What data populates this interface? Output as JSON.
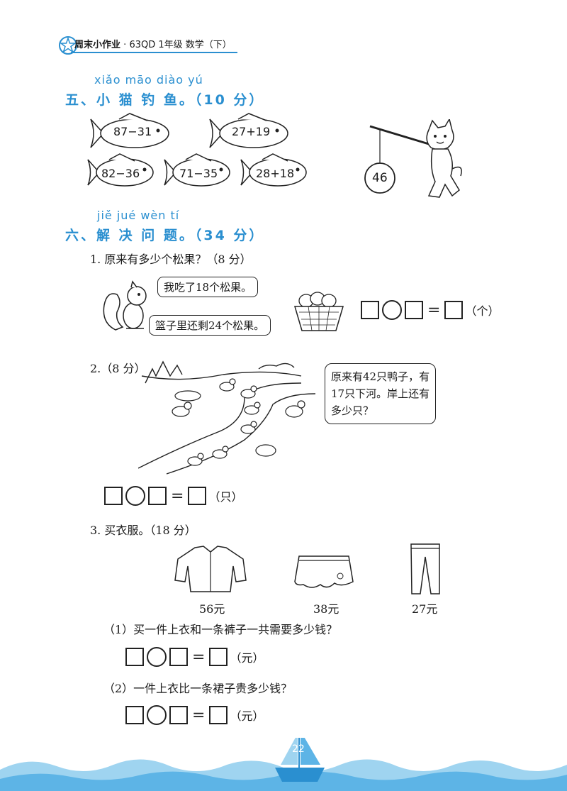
{
  "header": {
    "brand": "周末小作业",
    "separator": "·",
    "code": "63QD",
    "grade": "1年级",
    "subject": "数学（下）"
  },
  "section5": {
    "pinyin": "xiǎo māo diào yú",
    "title": "五、小 猫 钓 鱼。（10 分）",
    "fish": [
      "87−31",
      "27+19",
      "82−36",
      "71−35",
      "28+18"
    ],
    "hook_value": "46"
  },
  "section6": {
    "pinyin": "jiě jué wèn tí",
    "title": "六、解 决 问 题。（34 分）",
    "q1": {
      "label": "1. 原来有多少个松果？（8 分）",
      "bubble1": "我吃了18个松果。",
      "bubble2": "篮子里还剩24个松果。",
      "unit": "（个）",
      "equals": "="
    },
    "q2": {
      "label": "2.（8 分）",
      "bubble_line1": "原来有42只鸭子，有",
      "bubble_line2": "17只下河。岸上还有",
      "bubble_line3": "多少只？",
      "unit": "（只）",
      "equals": "="
    },
    "q3": {
      "label": "3. 买衣服。（18 分）",
      "prices": [
        "56元",
        "38元",
        "27元"
      ],
      "sub1": "（1）买一件上衣和一条裤子一共需要多少钱？",
      "sub2": "（2）一件上衣比一条裙子贵多少钱？",
      "unit": "（元）",
      "equals": "="
    }
  },
  "footer": {
    "page_number": "22"
  },
  "colors": {
    "accent": "#2a8fd0",
    "wave": "#9fd4f0",
    "wave_dark": "#5db4e6"
  }
}
